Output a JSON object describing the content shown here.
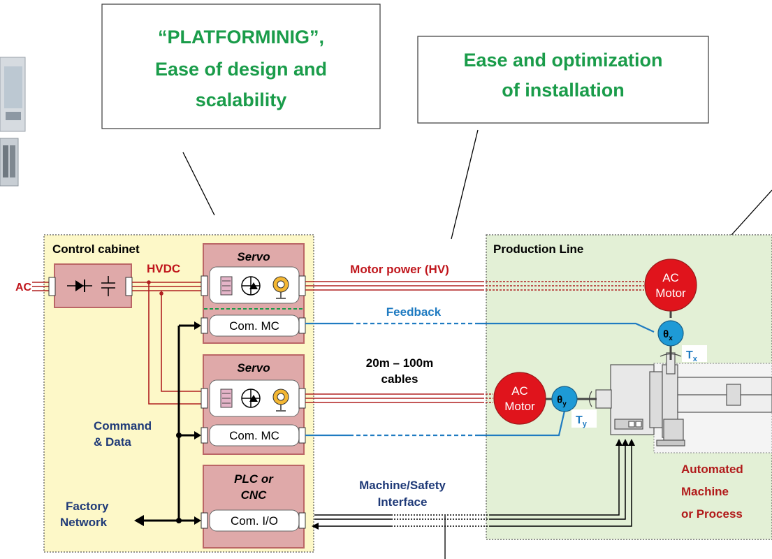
{
  "callouts": {
    "platforming": [
      "“PLATFORMINIG”,",
      "Ease of design and",
      "scalability"
    ],
    "installation": [
      "Ease and optimization",
      "of installation"
    ]
  },
  "cabinet": {
    "title": "Control cabinet",
    "ac_label": "AC",
    "hvdc_label": "HVDC",
    "servo1_title": "Servo",
    "servo2_title": "Servo",
    "plc_title": [
      "PLC or",
      "CNC"
    ],
    "com_mc_1": "Com.  MC",
    "com_mc_2": "Com.  MC",
    "com_io": "Com.  I/O",
    "command_data": [
      "Command",
      "& Data"
    ],
    "factory_network": [
      "Factory",
      "Network"
    ]
  },
  "links": {
    "motor_power": "Motor power (HV)",
    "feedback": "Feedback",
    "cables": [
      "20m – 100m",
      "cables"
    ],
    "machine_interface": [
      "Machine/Safety",
      "Interface"
    ]
  },
  "production": {
    "title": "Production Line",
    "motor1": [
      "AC",
      "Motor"
    ],
    "motor2": [
      "AC",
      "Motor"
    ],
    "theta_x": "θ",
    "theta_x_sub": "x",
    "theta_y": "θ",
    "theta_y_sub": "y",
    "torque_x": "T",
    "torque_x_sub": "x",
    "torque_y": "T",
    "torque_y_sub": "y",
    "machine": [
      "Automated",
      "Machine",
      "or Process"
    ]
  },
  "colors": {
    "green_text": "#1a9c4a",
    "red_line": "#b02020",
    "blue_line": "#1f7bc1",
    "dark_blue_text": "#1f3a78",
    "dark_red_text": "#b11a1a",
    "cabinet_fill": "#fdf8c8",
    "production_fill": "#e3f0d6",
    "servo_fill": "#dfa9a9",
    "motor_fill": "#e0141c",
    "sensor_fill": "#1e9ad6"
  }
}
